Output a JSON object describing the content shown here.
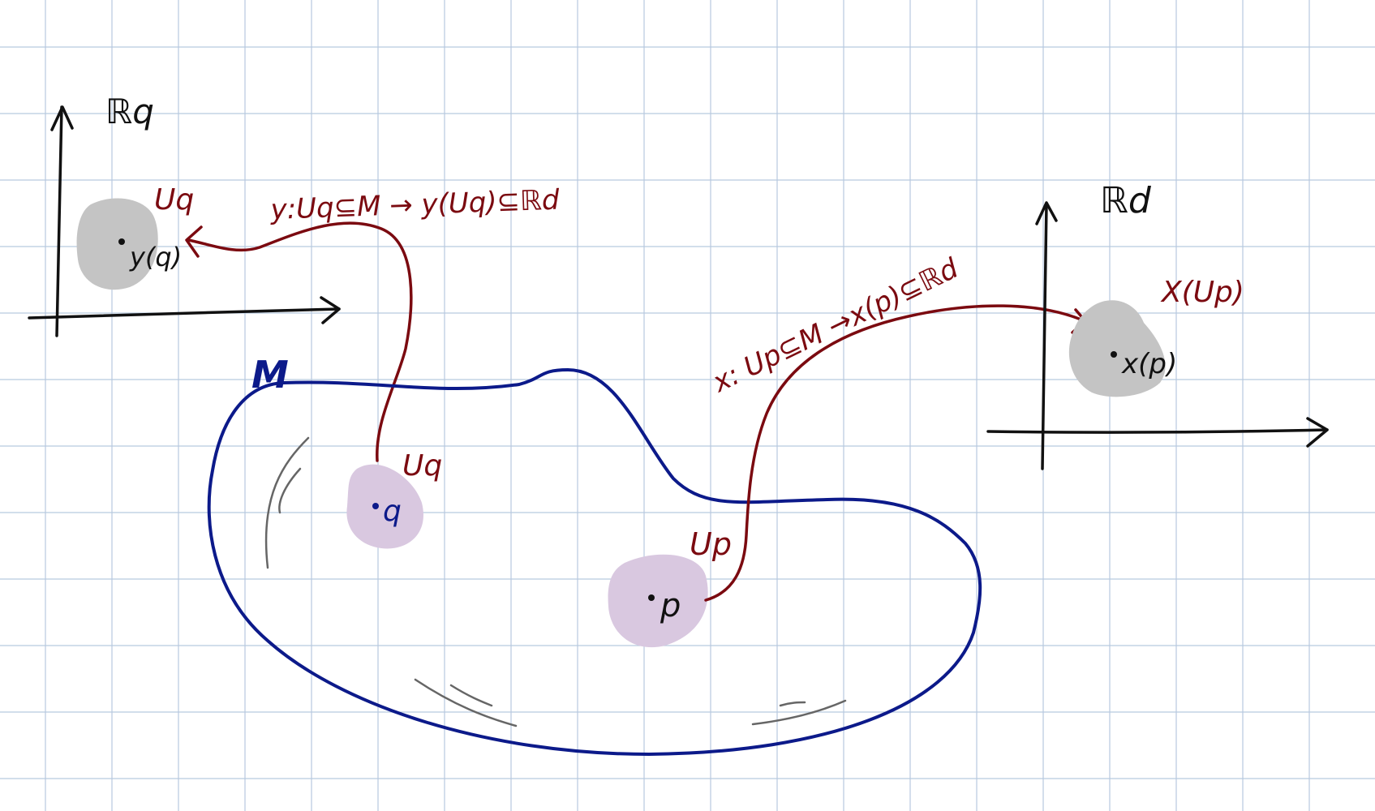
{
  "colors": {
    "grid": "#b8c9df",
    "manifold": "#0c1a8a",
    "chart_map": "#7b0a10",
    "axes": "#111111",
    "image_region": "#c4c4c4",
    "neighborhood": "#d9c8e0",
    "shading": "#666666"
  },
  "manifold": {
    "label": "M"
  },
  "points": {
    "q": "q",
    "p": "p"
  },
  "neighborhoods": {
    "u_q_top": "Uq",
    "u_q_bottom": "Uq",
    "u_p": "Up"
  },
  "left_chart": {
    "space_label": "ℝq",
    "image_point": "y(q)",
    "image_region": "Uq",
    "map_label": "y:Uq⊆M → y(Uq)⊆ℝd"
  },
  "right_chart": {
    "space_label": "ℝd",
    "image_point": "x(p)",
    "image_region": "X(Up)",
    "map_label": "x: Up⊆M →x(p)⊆ℝd"
  }
}
